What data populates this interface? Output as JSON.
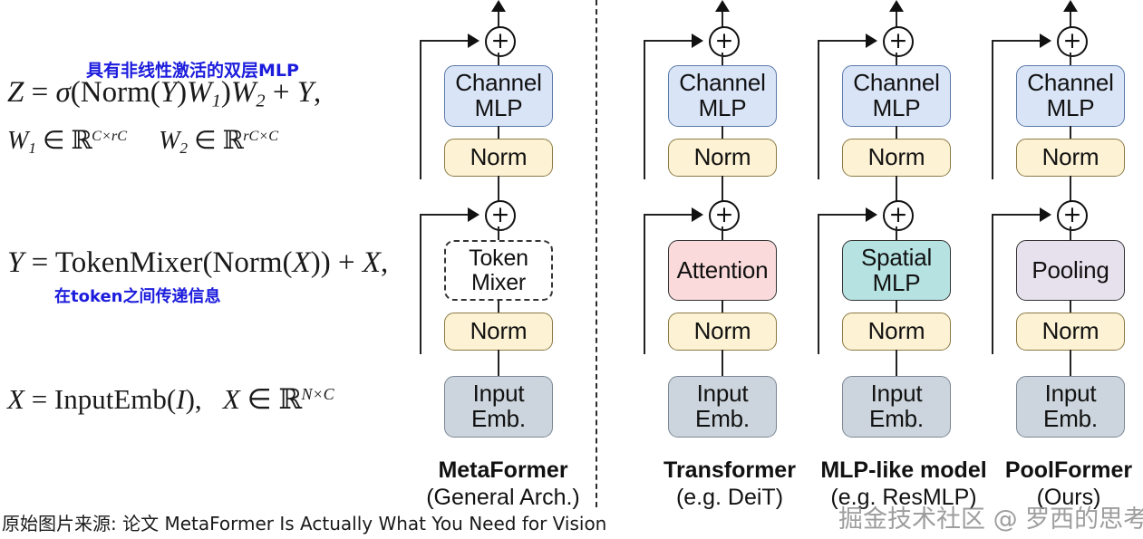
{
  "figure": {
    "title_semantic": "MetaFormer general architecture comparison",
    "divider": "vertical-dashed-separator"
  },
  "equations": {
    "eq_channel_mlp_note": "具有非线性激活的双层MLP",
    "eq_channel_mlp": "Z = σ(Norm(Y)W₁)W₂ + Y,",
    "eq_weights": "W₁ ∈ ℝ^{C×rC}    W₂ ∈ ℝ^{rC×C}",
    "eq_token_mixer": "Y = TokenMixer(Norm(X)) + X,",
    "eq_token_mixer_note": "在token之间传递信息",
    "eq_input_emb": "X = InputEmb(I),   X ∈ ℝ^{N×C}"
  },
  "columns": [
    {
      "id": "metaformer",
      "caption_line1": "MetaFormer",
      "caption_line2": "(General Arch.)",
      "nodes": {
        "top_mlp": "Channel\nMLP",
        "norm_top": "Norm",
        "mixer": "Token\nMixer",
        "norm_bottom": "Norm",
        "input": "Input\nEmb."
      },
      "mixer_label_l1": "Token",
      "mixer_label_l2": "Mixer",
      "mixer_style": "dashed"
    },
    {
      "id": "transformer",
      "caption_line1": "Transformer",
      "caption_line2": "(e.g. DeiT)",
      "mixer_label_l1": "Attention",
      "mixer_label_l2": "",
      "mixer_style": "attention"
    },
    {
      "id": "mlp-like",
      "caption_line1": "MLP-like model",
      "caption_line2": "(e.g. ResMLP)",
      "mixer_label_l1": "Spatial",
      "mixer_label_l2": "MLP",
      "mixer_style": "spatial"
    },
    {
      "id": "poolformer",
      "caption_line1": "PoolFormer",
      "caption_line2": "(Ours)",
      "mixer_label_l1": "Pooling",
      "mixer_label_l2": "",
      "mixer_style": "pooling"
    }
  ],
  "common_labels": {
    "channel_l1": "Channel",
    "channel_l2": "MLP",
    "norm": "Norm",
    "input_l1": "Input",
    "input_l2": "Emb.",
    "plus": "+"
  },
  "source_line": "原始图片来源: 论文 MetaFormer Is Actually What You Need for Vision",
  "watermark": "掘金技术社区 @ 罗西的思考",
  "colors": {
    "channel_mlp_fill": "#d9e4f7",
    "norm_fill": "#fdf2d4",
    "attention_fill": "#fadada",
    "spatial_mlp_fill": "#b6e2e2",
    "pooling_fill": "#e7e1ee",
    "input_emb_fill": "#ccd5dd",
    "note_text": "#1c1cdd",
    "line": "#222222"
  }
}
